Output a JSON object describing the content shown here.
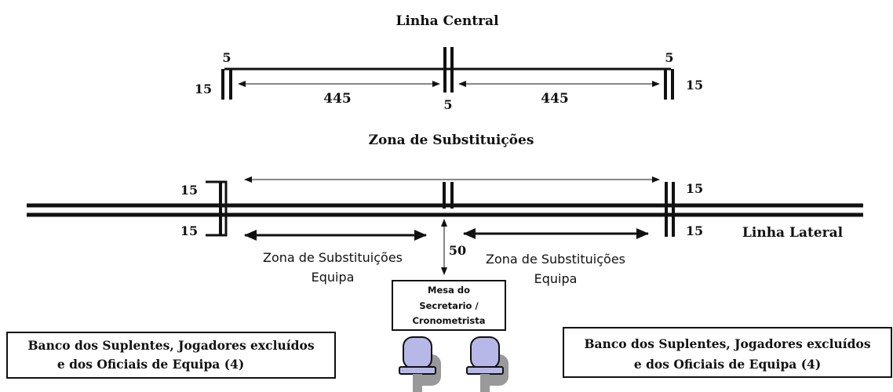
{
  "colors": {
    "ink": "#111111",
    "chair": "#b7b8e8",
    "chair_shadow": "#999999",
    "paper": "#ffffff"
  },
  "central": {
    "title": "Linha Central",
    "mark_left_top": "5",
    "mark_left_side": "15",
    "dist_left": "445",
    "mark_center_bottom": "5",
    "dist_right": "445",
    "mark_right_top": "5",
    "mark_right_side": "15"
  },
  "sub_zone": {
    "title": "Zona de Substituições",
    "left_upper": "15",
    "left_lower": "15",
    "right_upper": "15",
    "right_lower": "15",
    "side_line": "Linha Lateral",
    "gap_value": "50",
    "team_left": [
      "Zona de Substituições",
      "Equipa"
    ],
    "team_right": [
      "Zona de Substituições",
      "Equipa"
    ]
  },
  "table": {
    "lines": [
      "Mesa do",
      "Secretario /",
      "Cronometrista"
    ],
    "icons": [
      "chair-icon",
      "chair-icon"
    ]
  },
  "bench_left": [
    "Banco dos Suplentes, Jogadores excluídos",
    "e dos Oficiais de Equipa (4)"
  ],
  "bench_right": [
    "Banco dos Suplentes, Jogadores excluídos",
    "e dos Oficiais de Equipa (4)"
  ]
}
